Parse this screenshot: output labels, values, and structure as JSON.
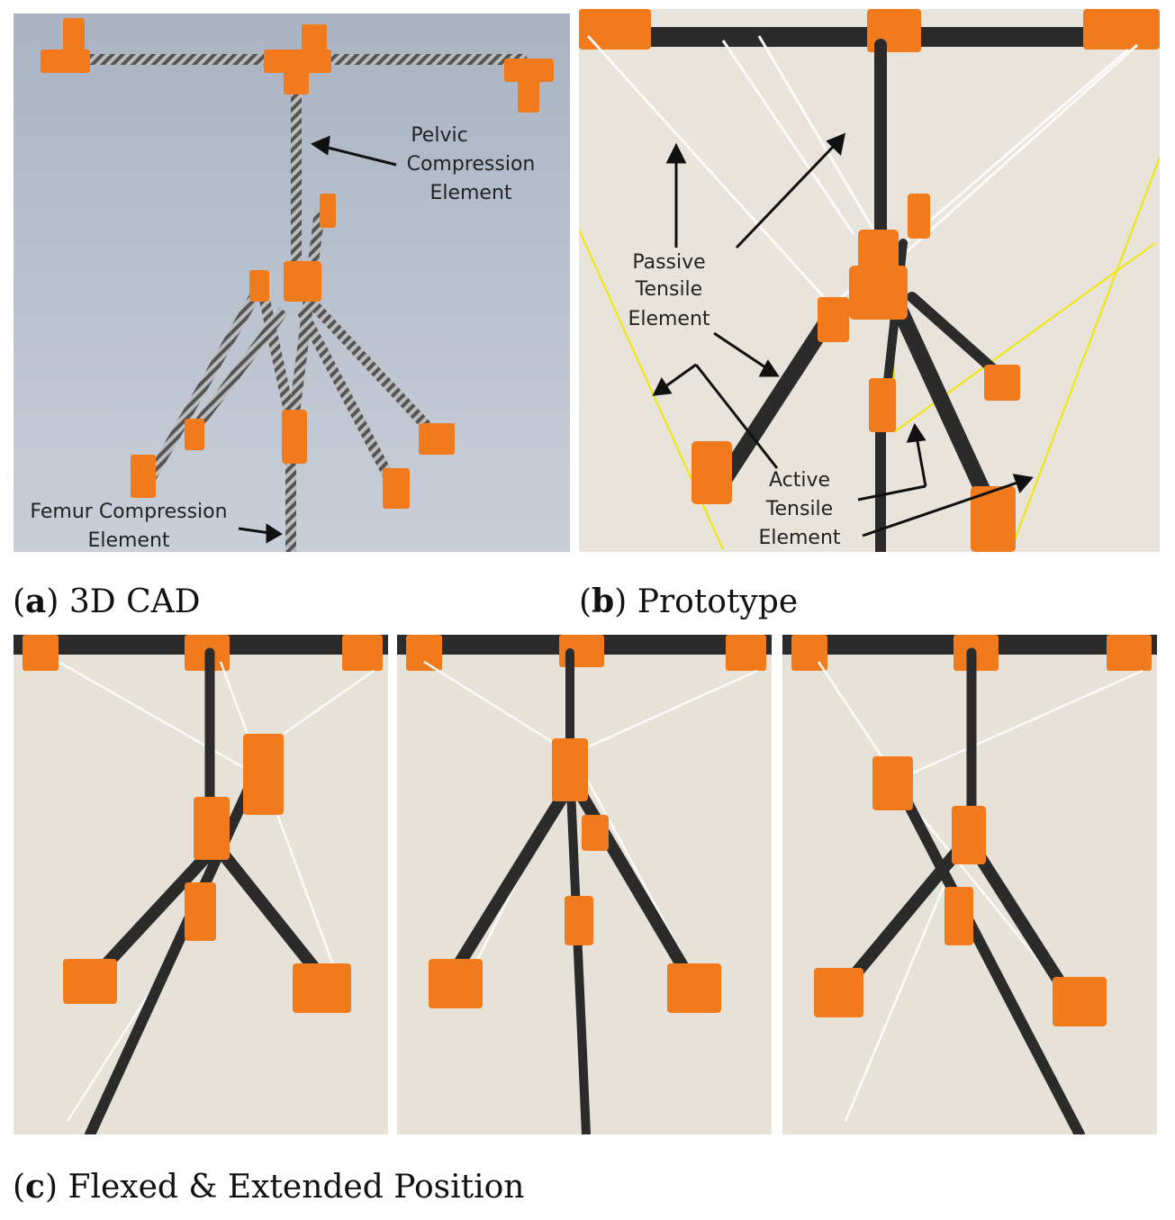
{
  "panel_a": {
    "labels": {
      "pelvic_line1": "Pelvic",
      "pelvic_line2": "Compression",
      "pelvic_line3": "Element",
      "femur_line1": "Femur Compression",
      "femur_line2": "Element"
    }
  },
  "panel_b": {
    "labels": {
      "passive_line1": "Passive",
      "passive_line2": "Tensile",
      "passive_line3": "Element",
      "active_line1": "Active",
      "active_line2": "Tensile",
      "active_line3": "Element"
    }
  },
  "captions": {
    "a_letter": "a",
    "a_text": "3D CAD",
    "b_letter": "b",
    "b_text": "Prototype",
    "c_letter": "c",
    "c_text": "Flexed & Extended Position"
  },
  "colors": {
    "orange": "#f07a1c",
    "cad_background": "#b9c2d0",
    "photo_background": "#e8e4db",
    "rod": "#2b2b2b",
    "yellow_string": "#f2e600"
  }
}
